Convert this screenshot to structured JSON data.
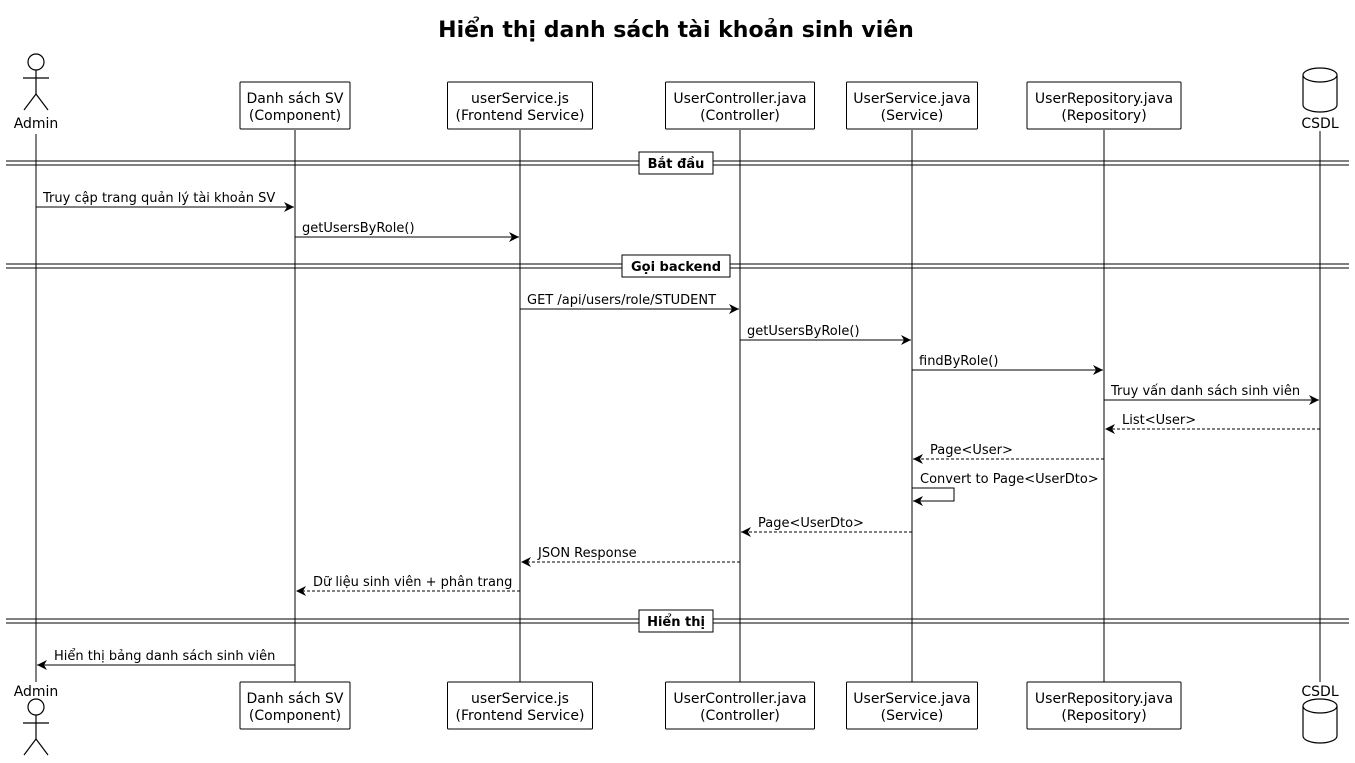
{
  "title": "Hiển thị danh sách tài khoản sinh viên",
  "participants": [
    {
      "id": "admin",
      "kind": "actor",
      "label": "Admin"
    },
    {
      "id": "comp",
      "kind": "box",
      "lines": [
        "Danh sách SV",
        "(Component)"
      ]
    },
    {
      "id": "fe",
      "kind": "box",
      "lines": [
        "userService.js",
        "(Frontend Service)"
      ]
    },
    {
      "id": "ctrl",
      "kind": "box",
      "lines": [
        "UserController.java",
        "(Controller)"
      ]
    },
    {
      "id": "svc",
      "kind": "box",
      "lines": [
        "UserService.java",
        "(Service)"
      ]
    },
    {
      "id": "repo",
      "kind": "box",
      "lines": [
        "UserRepository.java",
        "(Repository)"
      ]
    },
    {
      "id": "db",
      "kind": "database",
      "label": "CSDL"
    }
  ],
  "dividers": [
    {
      "label": "Bắt đầu"
    },
    {
      "label": "Gọi backend"
    },
    {
      "label": "Hiển thị"
    }
  ],
  "messages": [
    {
      "from": "admin",
      "to": "comp",
      "label": "Truy cập trang quản lý tài khoản SV",
      "style": "solid"
    },
    {
      "from": "comp",
      "to": "fe",
      "label": "getUsersByRole()",
      "style": "solid"
    },
    {
      "from": "fe",
      "to": "ctrl",
      "label": "GET /api/users/role/STUDENT",
      "style": "solid"
    },
    {
      "from": "ctrl",
      "to": "svc",
      "label": "getUsersByRole()",
      "style": "solid"
    },
    {
      "from": "svc",
      "to": "repo",
      "label": "findByRole()",
      "style": "solid"
    },
    {
      "from": "repo",
      "to": "db",
      "label": "Truy vấn danh sách sinh viên",
      "style": "solid"
    },
    {
      "from": "db",
      "to": "repo",
      "label": "List<User>",
      "style": "dashed"
    },
    {
      "from": "repo",
      "to": "svc",
      "label": "Page<User>",
      "style": "dashed"
    },
    {
      "from": "svc",
      "to": "svc",
      "label": "Convert to Page<UserDto>",
      "style": "solid"
    },
    {
      "from": "svc",
      "to": "ctrl",
      "label": "Page<UserDto>",
      "style": "dashed"
    },
    {
      "from": "ctrl",
      "to": "fe",
      "label": "JSON Response",
      "style": "dashed"
    },
    {
      "from": "fe",
      "to": "comp",
      "label": "Dữ liệu sinh viên + phân trang",
      "style": "dashed"
    },
    {
      "from": "comp",
      "to": "admin",
      "label": "Hiển thị bảng danh sách sinh viên",
      "style": "solid"
    }
  ]
}
